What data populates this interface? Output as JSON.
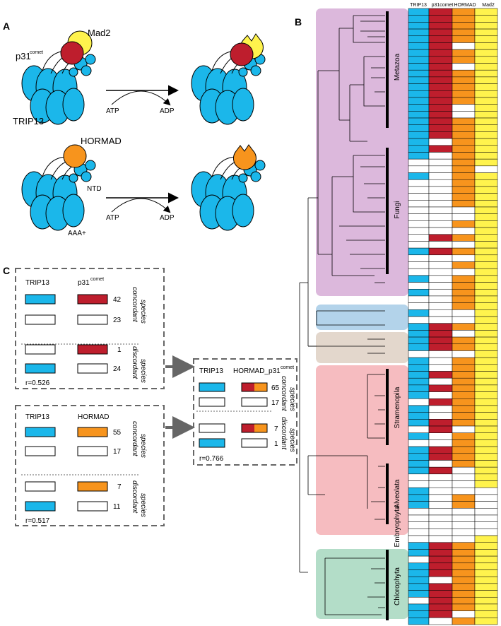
{
  "panels": {
    "a": "A",
    "b": "B",
    "c": "C"
  },
  "panel_a": {
    "mad2": "Mad2",
    "p31": "p31",
    "p31_sup": "comet",
    "trip13": "TRIP13",
    "hormad": "HORMAD",
    "ntd": "NTD",
    "aaa": "AAA+",
    "atp": "ATP",
    "adp": "ADP"
  },
  "panel_c": {
    "box1": {
      "col1": "TRIP13",
      "col2": "p31",
      "col2_sup": "comet",
      "counts": [
        "42",
        "23",
        "1",
        "24"
      ],
      "r": "r=0.526"
    },
    "box2": {
      "col1": "TRIP13",
      "col2": "HORMAD",
      "counts": [
        "55",
        "17",
        "7",
        "11"
      ],
      "r": "r=0.517"
    },
    "box3": {
      "col1": "TRIP13",
      "col2": "HORMAD_p31",
      "col2_sup": "comet",
      "counts": [
        "65",
        "17",
        "7",
        "1"
      ],
      "r": "r=0.766"
    },
    "concordant": "concordant",
    "discordant": "discordant",
    "species": "species"
  },
  "panel_b": {
    "columns": [
      "TRIP13",
      "p31comet",
      "HORMAD",
      "Mad2"
    ],
    "clades": [
      "Metazoa",
      "Fungi",
      "Stramenopila",
      "Alveolata",
      "Embryophyta",
      "Chlorophyta"
    ],
    "colors": {
      "trip13": "#1bb7ea",
      "p31": "#be1e2d",
      "hormad": "#f7941d",
      "mad2": "#fff34d",
      "metazoa_fungi_bg": "#dcb8dc",
      "blue_bg": "#b3d3ea",
      "tan_bg": "#e3d7cc",
      "red_bg": "#f6bcc0",
      "green_bg": "#b3ddc8"
    },
    "presence_rows": [
      [
        1,
        1,
        1,
        1
      ],
      [
        1,
        1,
        1,
        1
      ],
      [
        1,
        1,
        1,
        1
      ],
      [
        1,
        1,
        1,
        1
      ],
      [
        1,
        1,
        1,
        1
      ],
      [
        1,
        1,
        0,
        1
      ],
      [
        1,
        1,
        1,
        1
      ],
      [
        1,
        1,
        1,
        1
      ],
      [
        1,
        1,
        0,
        1
      ],
      [
        1,
        1,
        1,
        1
      ],
      [
        1,
        1,
        1,
        1
      ],
      [
        1,
        1,
        1,
        1
      ],
      [
        1,
        1,
        1,
        1
      ],
      [
        1,
        1,
        1,
        1
      ],
      [
        1,
        1,
        0,
        1
      ],
      [
        1,
        1,
        0,
        1
      ],
      [
        1,
        1,
        1,
        1
      ],
      [
        1,
        1,
        1,
        1
      ],
      [
        1,
        1,
        1,
        1
      ],
      [
        1,
        0,
        1,
        1
      ],
      [
        1,
        1,
        1,
        1
      ],
      [
        1,
        0,
        1,
        1
      ],
      [
        0,
        0,
        1,
        1
      ],
      [
        0,
        0,
        1,
        0
      ],
      [
        1,
        0,
        1,
        1
      ],
      [
        0,
        0,
        1,
        1
      ],
      [
        0,
        0,
        1,
        1
      ],
      [
        0,
        0,
        1,
        1
      ],
      [
        0,
        0,
        1,
        1
      ],
      [
        0,
        0,
        0,
        1
      ],
      [
        0,
        0,
        0,
        1
      ],
      [
        0,
        0,
        1,
        1
      ],
      [
        0,
        0,
        0,
        1
      ],
      [
        0,
        1,
        1,
        1
      ],
      [
        0,
        0,
        0,
        1
      ],
      [
        1,
        1,
        1,
        1
      ],
      [
        0,
        0,
        0,
        1
      ],
      [
        0,
        0,
        1,
        1
      ],
      [
        0,
        0,
        0,
        1
      ],
      [
        1,
        0,
        1,
        1
      ],
      [
        0,
        0,
        1,
        1
      ],
      [
        1,
        0,
        1,
        1
      ],
      [
        0,
        0,
        1,
        1
      ],
      [
        0,
        0,
        1,
        1
      ],
      [
        1,
        0,
        0,
        1
      ],
      [
        0,
        0,
        0,
        1
      ],
      [
        1,
        1,
        1,
        1
      ],
      [
        1,
        1,
        0,
        1
      ],
      [
        1,
        1,
        1,
        1
      ],
      [
        1,
        1,
        1,
        1
      ],
      [
        0,
        0,
        0,
        1
      ],
      [
        1,
        0,
        1,
        1
      ],
      [
        1,
        0,
        1,
        1
      ],
      [
        1,
        1,
        1,
        1
      ],
      [
        1,
        0,
        1,
        1
      ],
      [
        1,
        1,
        1,
        1
      ],
      [
        1,
        0,
        1,
        1
      ],
      [
        0,
        1,
        1,
        1
      ],
      [
        1,
        0,
        1,
        1
      ],
      [
        1,
        0,
        1,
        1
      ],
      [
        1,
        1,
        1,
        1
      ],
      [
        0,
        1,
        0,
        1
      ],
      [
        1,
        0,
        1,
        1
      ],
      [
        0,
        0,
        1,
        1
      ],
      [
        1,
        1,
        1,
        1
      ],
      [
        1,
        1,
        1,
        1
      ],
      [
        1,
        0,
        1,
        1
      ],
      [
        1,
        1,
        0,
        1
      ],
      [
        0,
        0,
        0,
        1
      ],
      [
        0,
        0,
        0,
        1
      ],
      [
        1,
        0,
        0,
        0
      ],
      [
        1,
        0,
        1,
        0
      ],
      [
        1,
        0,
        1,
        0
      ],
      [
        0,
        0,
        0,
        0
      ],
      [
        0,
        0,
        0,
        0
      ],
      [
        0,
        0,
        0,
        0
      ],
      [
        0,
        0,
        0,
        0
      ],
      [
        0,
        0,
        0,
        1
      ],
      [
        1,
        1,
        1,
        1
      ],
      [
        1,
        1,
        1,
        1
      ],
      [
        0,
        1,
        1,
        1
      ],
      [
        1,
        1,
        1,
        1
      ],
      [
        1,
        1,
        1,
        1
      ],
      [
        1,
        0,
        1,
        1
      ],
      [
        1,
        1,
        1,
        1
      ],
      [
        1,
        1,
        1,
        1
      ],
      [
        0,
        1,
        1,
        1
      ],
      [
        1,
        1,
        1,
        1
      ],
      [
        1,
        1,
        0,
        1
      ],
      [
        1,
        0,
        1,
        1
      ]
    ]
  }
}
